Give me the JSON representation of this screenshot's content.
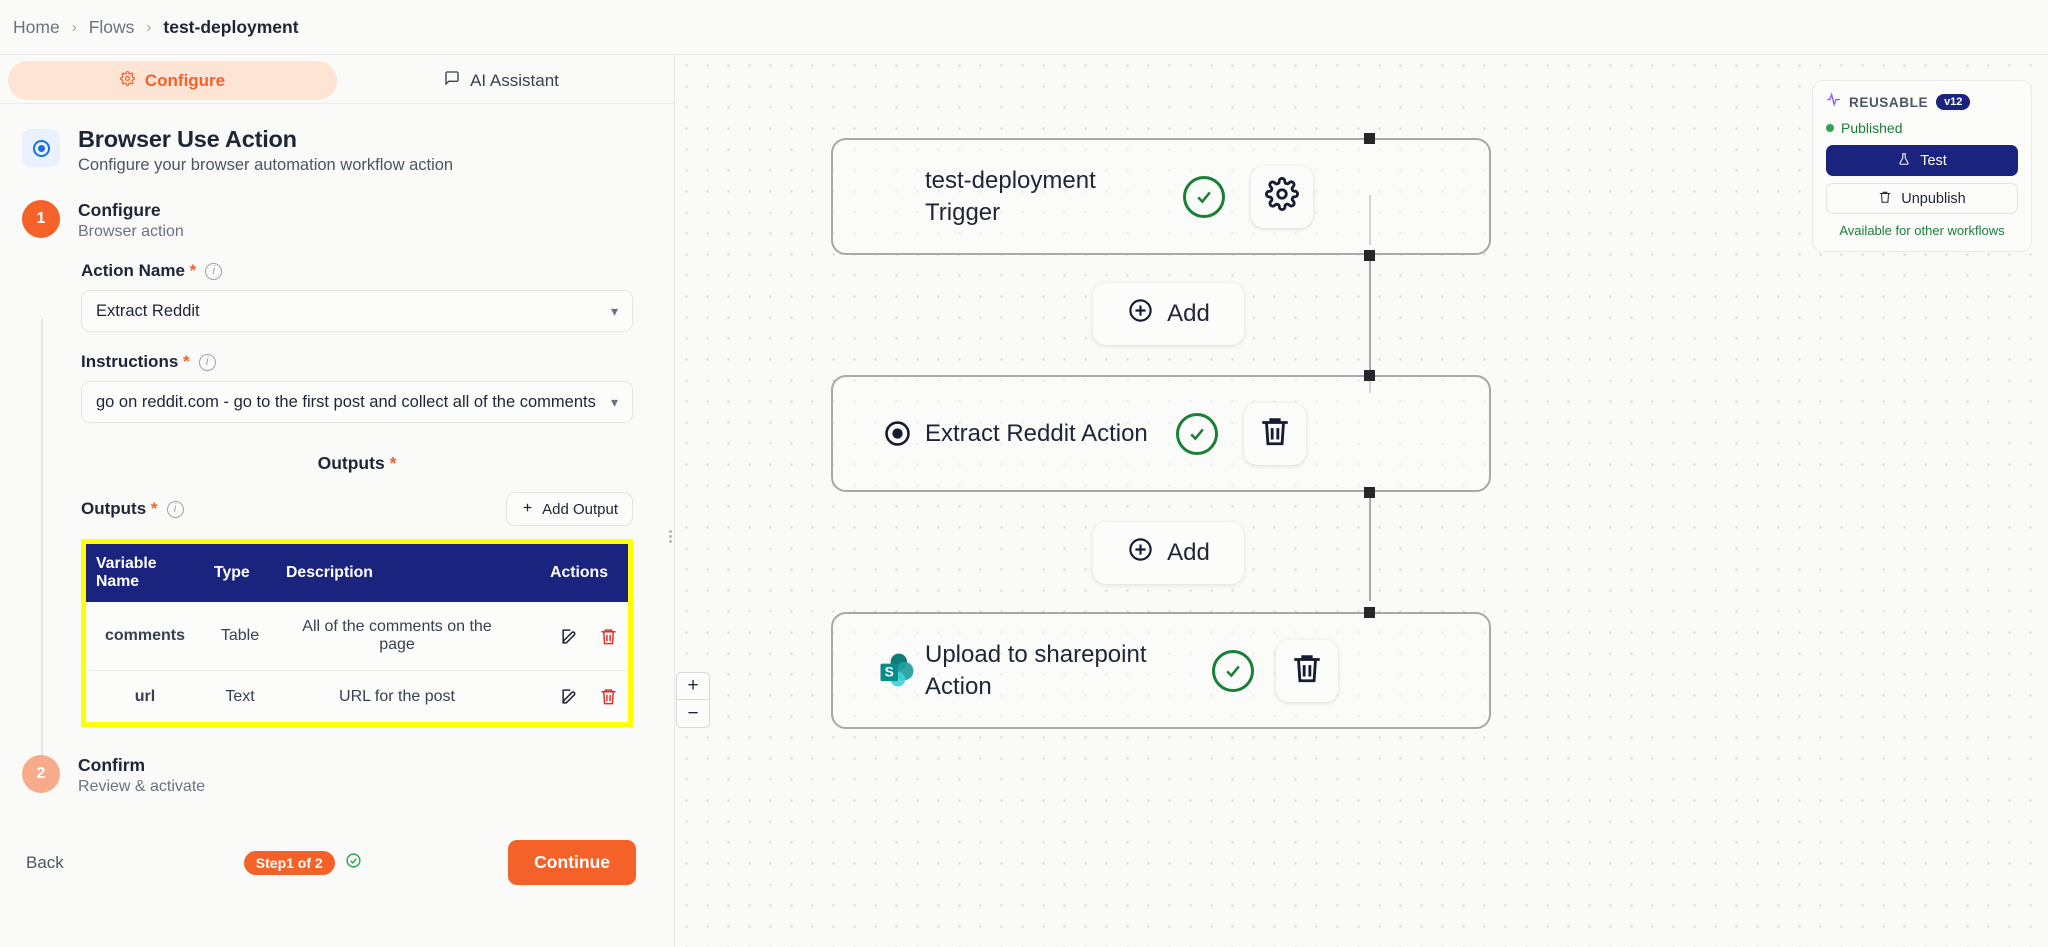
{
  "breadcrumb": {
    "items": [
      "Home",
      "Flows",
      "test-deployment"
    ],
    "separator": "›"
  },
  "tabs": {
    "configure": "Configure",
    "ai_assistant": "AI Assistant"
  },
  "panel": {
    "title": "Browser Use Action",
    "subtitle": "Configure your browser automation workflow action",
    "steps": [
      {
        "num": "1",
        "title": "Configure",
        "sub": "Browser action"
      },
      {
        "num": "2",
        "title": "Confirm",
        "sub": "Review & activate"
      }
    ],
    "action_name": {
      "label": "Action Name",
      "required": "*",
      "value": "Extract Reddit"
    },
    "instructions": {
      "label": "Instructions",
      "required": "*",
      "value": "go on reddit.com - go to the first post and collect all of the comments"
    },
    "outputs_center_label": "Outputs",
    "outputs": {
      "label": "Outputs",
      "required": "*",
      "add_button": "Add Output",
      "add_icon": "plus-icon",
      "columns": [
        "Variable Name",
        "Type",
        "Description",
        "Actions"
      ],
      "rows": [
        {
          "name": "comments",
          "type": "Table",
          "description": "All of the comments on the page",
          "edit_icon": "edit-icon",
          "delete_icon": "trash-icon"
        },
        {
          "name": "url",
          "type": "Text",
          "description": "URL for the post",
          "edit_icon": "edit-icon",
          "delete_icon": "trash-icon"
        }
      ],
      "highlight_color": "#ffff00",
      "header_color": "#1a237e"
    },
    "footer": {
      "back": "Back",
      "step_chip": "Step1 of 2",
      "step_check_icon": "check-circle-icon",
      "continue": "Continue"
    }
  },
  "canvas": {
    "nodes": [
      {
        "title": "test-deployment Trigger",
        "status_icon": "check-circle-icon",
        "action_icon": "gear-icon",
        "left_icon": ""
      },
      {
        "title": "Extract Reddit Action",
        "status_icon": "check-circle-icon",
        "action_icon": "trash-icon",
        "left_icon": "record-dot-icon"
      },
      {
        "title": "Upload to sharepoint Action",
        "status_icon": "check-circle-icon",
        "action_icon": "trash-icon",
        "left_icon": "sharepoint-icon"
      }
    ],
    "add_buttons": [
      {
        "label": "Add",
        "icon": "plus-circle-icon"
      },
      {
        "label": "Add",
        "icon": "plus-circle-icon"
      }
    ],
    "zoom_in": "+",
    "zoom_out": "−"
  },
  "reusable": {
    "icon": "activity-icon",
    "label": "REUSABLE",
    "version": "v12",
    "status": "Published",
    "test_button": "Test",
    "test_icon": "flask-icon",
    "unpublish_button": "Unpublish",
    "unpublish_icon": "trash-icon",
    "footer": "Available for other workflows",
    "accent": "#1a237e"
  }
}
